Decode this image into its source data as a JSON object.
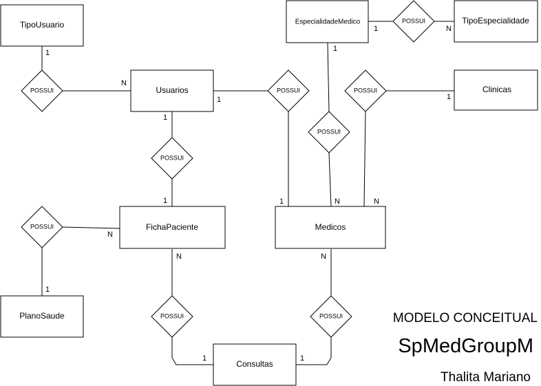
{
  "diagram": {
    "entities": {
      "tipo_usuario": "TipoUsuario",
      "usuarios": "Usuarios",
      "especialidade_medico": "EspecialidadeMedico",
      "tipo_especialidade": "TipoEspecialidade",
      "clinicas": "Clinicas",
      "ficha_paciente": "FichaPaciente",
      "medicos": "Medicos",
      "plano_saude": "PlanoSaude",
      "consultas": "Consultas"
    },
    "relationship_label": "POSSUI",
    "cardinality": {
      "one": "1",
      "many": "N"
    }
  },
  "caption": {
    "line1": "MODELO CONCEITUAL",
    "line2": "SpMedGroupM",
    "line3": "Thalita Mariano"
  }
}
